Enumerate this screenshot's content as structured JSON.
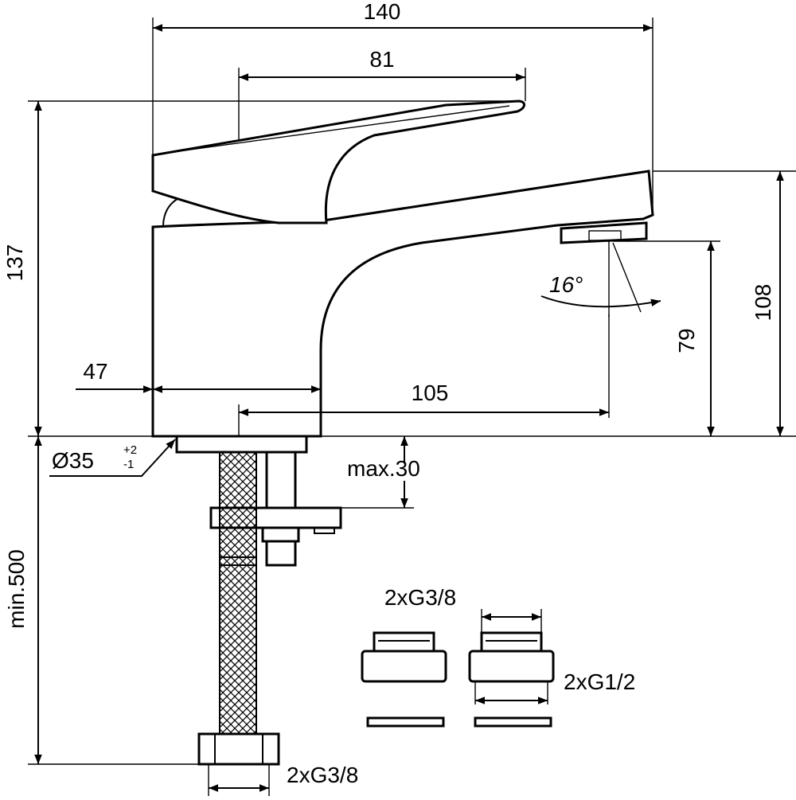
{
  "dimensions": {
    "overall_width": "140",
    "lever_length": "81",
    "overall_height": "137",
    "spout_height": "108",
    "outlet_clearance": "79",
    "body_depth": "47",
    "spout_reach": "105",
    "outlet_angle": "16°",
    "hole_diameter_main": "Ø35",
    "hole_tol_plus": "+2",
    "hole_tol_minus": "-1",
    "max_counter_thickness": "max.30",
    "hose_length": "min.500",
    "adapter_thread_in": "2xG3/8",
    "adapter_thread_out": "2xG1/2",
    "hose_thread": "2xG3/8"
  }
}
